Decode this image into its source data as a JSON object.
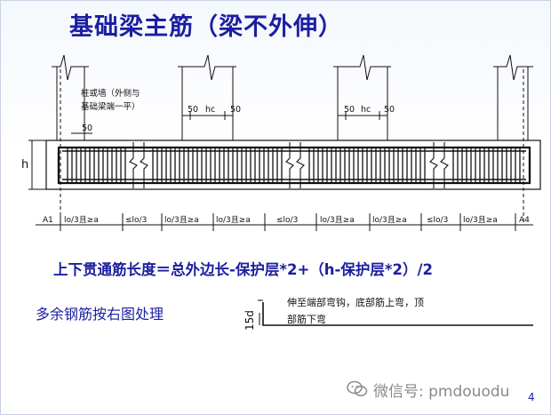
{
  "title": "基础梁主筋（梁不外伸）",
  "diagram": {
    "column_note_line1": "柱或墙（外侧与",
    "column_note_line2": "基础梁端一平）",
    "cover_dim": "50",
    "height_label": "h",
    "support_dims": [
      {
        "left": "50",
        "middle": "hc",
        "right": "50"
      },
      {
        "left": "50",
        "middle": "hc",
        "right": "50"
      }
    ],
    "bottom_dims": [
      "A1",
      "lo/3且≥a",
      "≤lo/3",
      "lo/3且≥a",
      "lo/3且≥a",
      "≤lo/3",
      "lo/3且≥a",
      "lo/3且≥a",
      "≤lo/3",
      "lo/3且≥a",
      "A4"
    ]
  },
  "formula": "上下贯通筋长度＝总外边长-保护层*2+（h-保护层*2）/2",
  "note": "多余钢筋按右图处理",
  "hook": {
    "dim": "15d",
    "text_line1": "伸至端部弯钩，底部筋上弯，顶",
    "text_line2": "部筋下弯"
  },
  "watermark": "微信号: pmdouodu",
  "page_number": "4",
  "colors": {
    "title": "#1b1fa0",
    "line": "#111111"
  }
}
